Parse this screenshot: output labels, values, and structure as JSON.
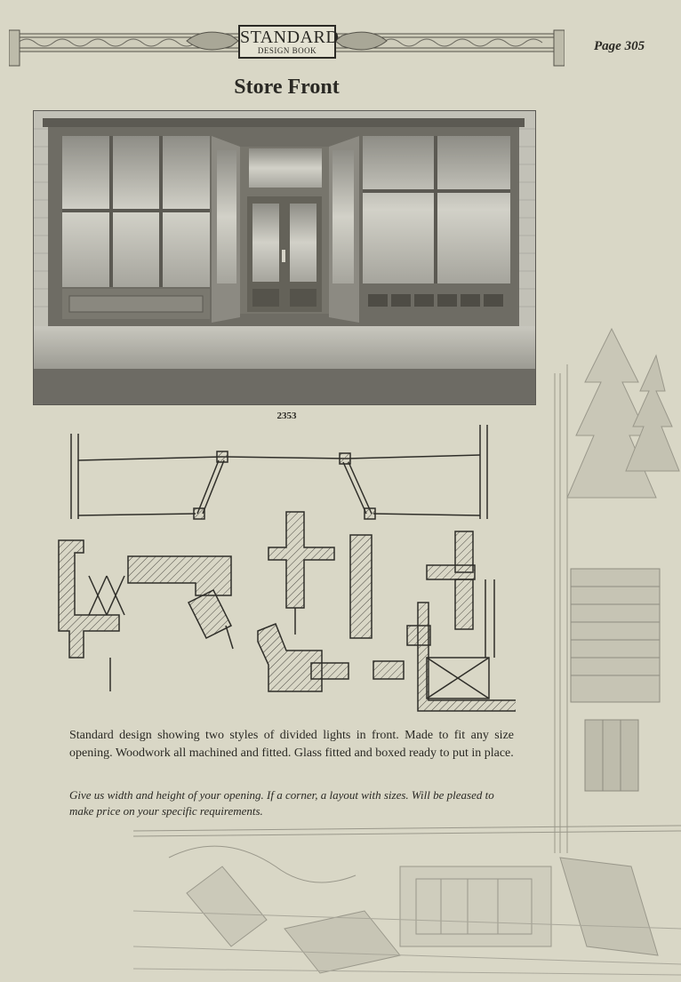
{
  "header": {
    "logo_main": "STANDARD",
    "logo_sub": "DESIGN BOOK",
    "page_number": "Page 305"
  },
  "title": "Store Front",
  "photo": {
    "caption": "2353"
  },
  "body": {
    "paragraph": "Standard design showing two styles of divided lights in front. Made to fit any size opening. Woodwork all machined and fitted. Glass fitted and boxed ready to put in place.",
    "note": "Give us width and height of your opening. If a corner, a layout with sizes. Will be pleased to make price on your specific requirements."
  }
}
